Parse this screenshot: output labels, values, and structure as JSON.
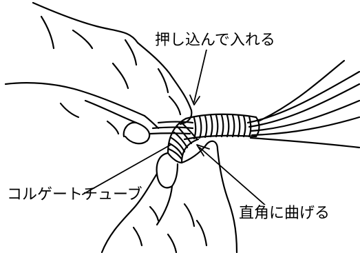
{
  "labels": {
    "push_in": "押し込んで入れる",
    "corrugated_tube": "コルゲートチューブ",
    "bend_right_angle": "直角に曲げる"
  },
  "colors": {
    "line": "#000000",
    "background": "#ffffff"
  }
}
